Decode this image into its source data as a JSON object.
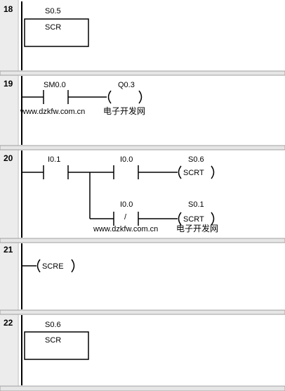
{
  "networks": [
    {
      "number": "18",
      "elements": [
        {
          "kind": "box",
          "address": "S0.5",
          "label": "SCR"
        }
      ]
    },
    {
      "number": "19",
      "elements": [
        {
          "kind": "no-contact",
          "address": "SM0.0"
        },
        {
          "kind": "coil",
          "address": "Q0.3",
          "label": ""
        }
      ]
    },
    {
      "number": "20",
      "elements": [
        {
          "kind": "no-contact",
          "address": "I0.1"
        },
        {
          "kind": "no-contact",
          "address": "I0.0"
        },
        {
          "kind": "coil",
          "address": "S0.6",
          "label": "SCRT"
        },
        {
          "kind": "nc-contact",
          "address": "I0.0",
          "symbol": "/"
        },
        {
          "kind": "coil",
          "address": "S0.1",
          "label": "SCRT"
        }
      ]
    },
    {
      "number": "21",
      "elements": [
        {
          "kind": "coil",
          "label": "SCRE"
        }
      ]
    },
    {
      "number": "22",
      "elements": [
        {
          "kind": "box",
          "address": "S0.6",
          "label": "SCR"
        }
      ]
    }
  ],
  "watermarks": [
    {
      "url": "www.dzkfw.com.cn",
      "cn": "电子开发网"
    },
    {
      "url": "www.dzkfw.com.cn",
      "cn": "电子开发网"
    }
  ],
  "colors": {
    "watermark": "#0fa10f",
    "separator": "#e6e6e6",
    "gutter": "#ececec"
  }
}
